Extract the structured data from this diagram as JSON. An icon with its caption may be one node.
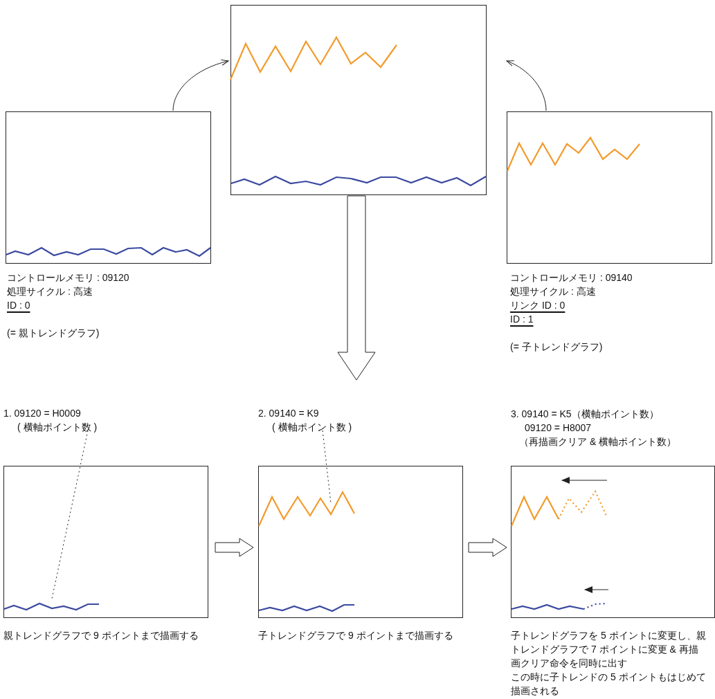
{
  "diagram": {
    "nodes": [
      {
        "text": [],
        "shape": "box",
        "beside": [
          "コントロールメモリ : 09120",
          "処理サイクル : 高速",
          "ID : 0",
          "(= 親トレンドグラフ)"
        ]
      },
      {
        "text": [],
        "shape": "box"
      },
      {
        "text": [],
        "shape": "box",
        "beside": [
          "コントロールメモリ : 09140",
          "処理サイクル : 高速",
          "リンク ID : 0",
          "ID : 1",
          "(= 子トレンドグラフ)"
        ]
      },
      {
        "text": [],
        "shape": "box",
        "beside": [
          "親トレンドグラフで 9 ポイントまで描画する"
        ]
      },
      {
        "text": [],
        "shape": "box",
        "beside": [
          "子トレンドグラフで 9 ポイントまで描画する"
        ]
      },
      {
        "text": [],
        "shape": "box",
        "beside": [
          "子トレンドグラフを 5 ポイントに変更し、親トレンドグラフで 7 ポイントに変更 & 再描画クリア命令を同時に出す",
          "この時に子トレンドの 5 ポイントもはじめて描画される"
        ]
      },
      {
        "text": [
          "1. 09120 = H0009",
          "( 横軸ポイント数 )"
        ]
      },
      {
        "text": [
          "2. 09140 = K9",
          "( 横軸ポイント数 )"
        ]
      }
    ],
    "edges": [
      {
        "from": 0,
        "to": 1,
        "arrow": "to"
      },
      {
        "from": 2,
        "to": 1,
        "arrow": "to"
      },
      {
        "from": 1,
        "to": null,
        "arrow": "to",
        "style": "thick"
      },
      {
        "from": 3,
        "to": 4,
        "arrow": "to",
        "style": "thick"
      },
      {
        "from": 4,
        "to": 5,
        "arrow": "to",
        "style": "thick"
      },
      {
        "from": 6,
        "to": 3,
        "arrow": "none",
        "style": "dashed"
      },
      {
        "from": 7,
        "to": 4,
        "arrow": "none",
        "style": "dashed"
      }
    ],
    "labels": [
      "3. 09140 = K5（横軸ポイント数）",
      "09120 = H8007",
      "（再描画クリア & 横軸ポイント数）"
    ]
  }
}
